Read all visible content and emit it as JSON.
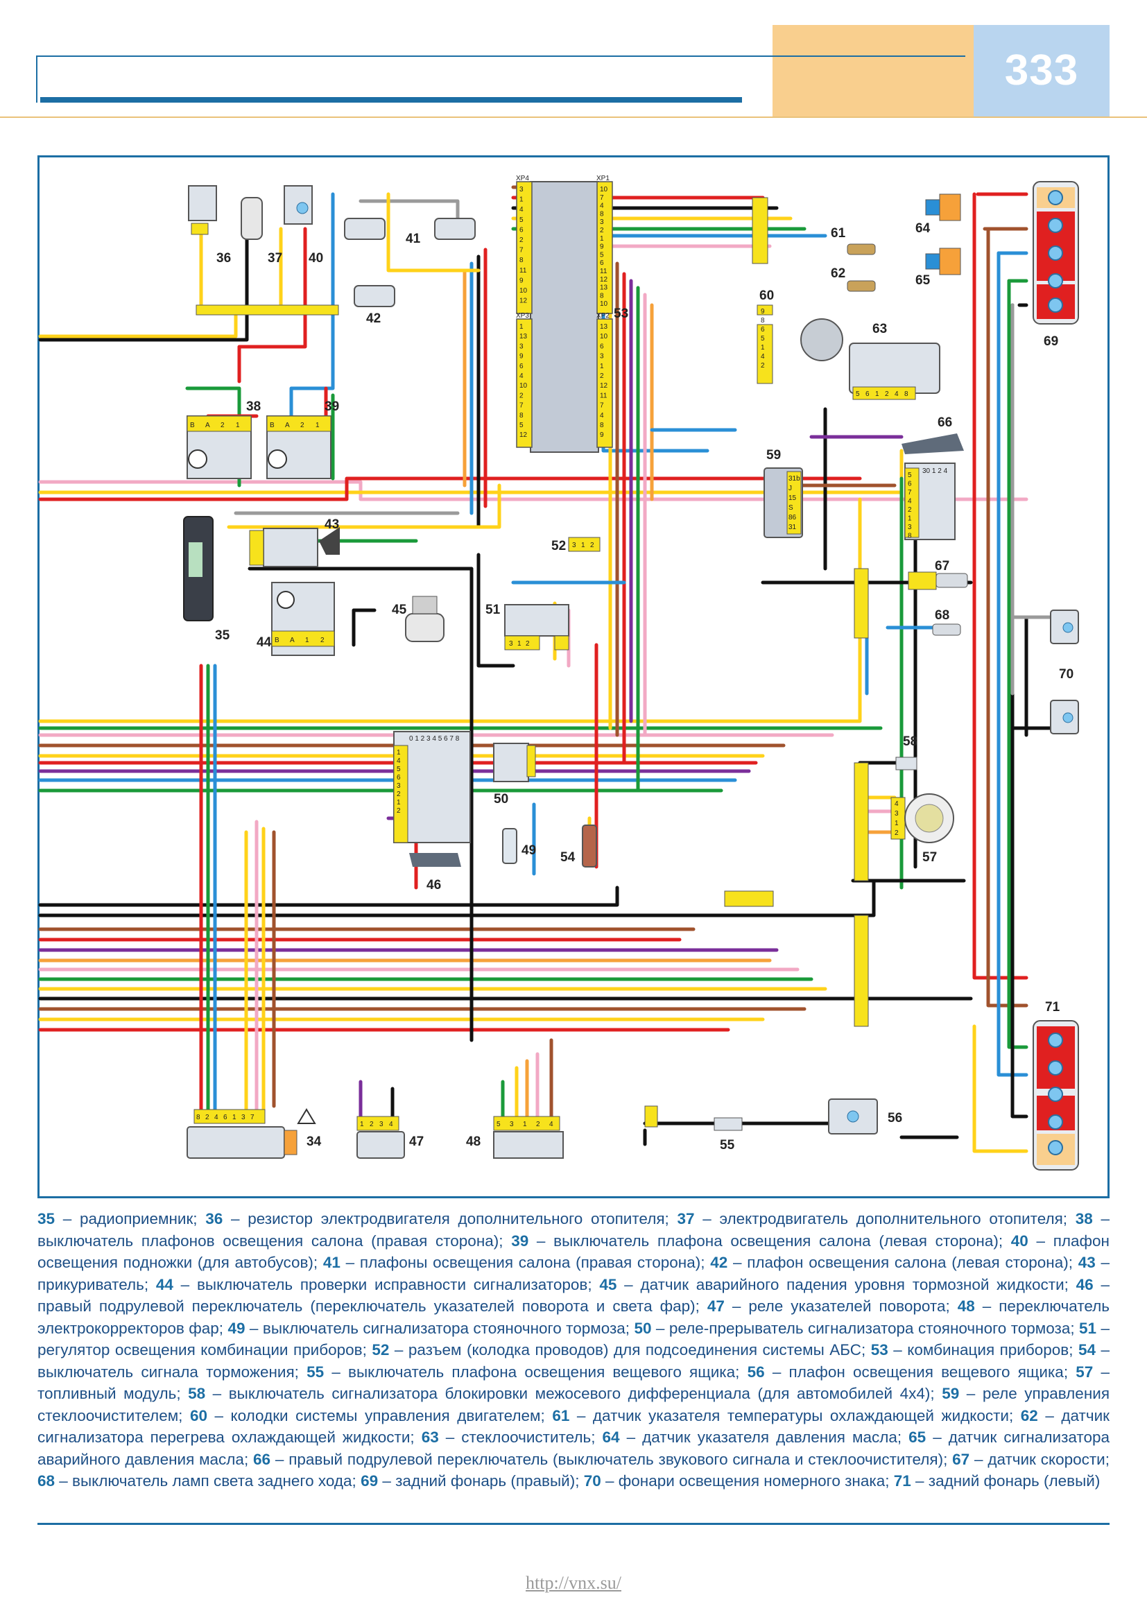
{
  "page_number": "333",
  "url": "http://vnx.su/",
  "component_labels": [
    "34",
    "35",
    "36",
    "37",
    "38",
    "39",
    "40",
    "41",
    "42",
    "43",
    "44",
    "45",
    "46",
    "47",
    "48",
    "49",
    "50",
    "51",
    "52",
    "53",
    "54",
    "55",
    "56",
    "57",
    "58",
    "59",
    "60",
    "61",
    "62",
    "63",
    "64",
    "65",
    "66",
    "67",
    "68",
    "69",
    "70",
    "71"
  ],
  "connector_labels": [
    "XP4",
    "XP1",
    "XP3",
    "XP2"
  ],
  "pin_labels": {
    "xp4": [
      "3",
      "1",
      "4",
      "5",
      "6",
      "2",
      "7",
      "8",
      "11",
      "9",
      "10",
      "12"
    ],
    "xp3": [
      "1",
      "13",
      "3",
      "9",
      "6",
      "4",
      "10",
      "2",
      "7",
      "8",
      "5",
      "12"
    ],
    "xp1": [
      "10",
      "7",
      "4",
      "8",
      "3",
      "2",
      "1",
      "9",
      "5",
      "6",
      "11",
      "12",
      "13",
      "8",
      "10"
    ],
    "xp2": [
      "13",
      "10",
      "6",
      "3",
      "1",
      "2",
      "12",
      "11",
      "7",
      "4",
      "8",
      "9"
    ],
    "sw38": [
      "B",
      "A",
      "2",
      "1"
    ],
    "sw39": [
      "B",
      "A",
      "2",
      "1"
    ],
    "sw44": [
      "B",
      "A",
      "1",
      "2"
    ],
    "sw46": [
      "1",
      "4",
      "5",
      "6",
      "3",
      "2",
      "1",
      "2"
    ],
    "sw46_top": "0 1 2 3 4 5 6 7 8",
    "relay59": [
      "31b",
      "J",
      "15",
      "S",
      "86",
      "31"
    ],
    "sw66": [
      "5",
      "6",
      "7",
      "4",
      "2",
      "1",
      "3",
      "8"
    ],
    "sw66_top": "30 1 2 4",
    "motor63": [
      "5",
      "6",
      "1",
      "2",
      "4",
      "8"
    ],
    "conn60": [
      "9",
      "8",
      "6",
      "5",
      "1",
      "4",
      "2"
    ],
    "conn52": [
      "3",
      "1",
      "2"
    ],
    "reg51": [
      "3",
      "1",
      "2"
    ],
    "conn34": [
      "8",
      "2",
      "4",
      "6",
      "1",
      "3",
      "7"
    ],
    "conn47": [
      "1",
      "2",
      "3",
      "4"
    ],
    "conn48": [
      "5",
      "3",
      "1",
      "2",
      "4"
    ],
    "mod57": [
      "4",
      "3",
      "1",
      "2"
    ]
  },
  "legend": [
    {
      "n": "35",
      "t": "радиоприемник;"
    },
    {
      "n": "36",
      "t": "резистор электродвигателя дополнительного отопителя;"
    },
    {
      "n": "37",
      "t": "электродвигатель дополнительного отопителя;"
    },
    {
      "n": "38",
      "t": "выключатель плафонов освещения салона (правая сторона);"
    },
    {
      "n": "39",
      "t": "выключатель плафона освещения салона (левая сторона);"
    },
    {
      "n": "40",
      "t": "плафон освещения подножки (для автобусов);"
    },
    {
      "n": "41",
      "t": "плафоны освещения салона (правая сторона);"
    },
    {
      "n": "42",
      "t": "плафон освещения салона (левая сторона);"
    },
    {
      "n": "43",
      "t": "прикуриватель;"
    },
    {
      "n": "44",
      "t": "выключатель проверки исправности сигнализаторов;"
    },
    {
      "n": "45",
      "t": "датчик аварийного падения уровня тормозной жидкости;"
    },
    {
      "n": "46",
      "t": "правый подрулевой переключатель (переключатель указателей поворота и света фар);"
    },
    {
      "n": "47",
      "t": "реле указателей поворота;"
    },
    {
      "n": "48",
      "t": "переключатель электрокорректоров фар;"
    },
    {
      "n": "49",
      "t": "выключатель сигнализатора стояночного тормоза;"
    },
    {
      "n": "50",
      "t": "реле-прерыватель сигнализатора стояночного тормоза;"
    },
    {
      "n": "51",
      "t": "регулятор освещения комбинации приборов;"
    },
    {
      "n": "52",
      "t": "разъем (колодка проводов) для подсоединения системы АБС;"
    },
    {
      "n": "53",
      "t": "комбинация приборов;"
    },
    {
      "n": "54",
      "t": "выключатель сигнала торможения;"
    },
    {
      "n": "55",
      "t": "выключатель плафона освещения вещевого ящика;"
    },
    {
      "n": "56",
      "t": "плафон освещения вещевого ящика;"
    },
    {
      "n": "57",
      "t": "топливный модуль;"
    },
    {
      "n": "58",
      "t": "выключатель сигнализатора блокировки межосевого дифференциала (для автомобилей 4х4);"
    },
    {
      "n": "59",
      "t": "реле управления стеклоочистителем;"
    },
    {
      "n": "60",
      "t": "колодки системы управления двигателем;"
    },
    {
      "n": "61",
      "t": "датчик указателя температуры охлаждающей жидкости;"
    },
    {
      "n": "62",
      "t": "датчик сигнализатора перегрева охлаждающей жидкости;"
    },
    {
      "n": "63",
      "t": "стеклоочиститель;"
    },
    {
      "n": "64",
      "t": "датчик указателя давления масла;"
    },
    {
      "n": "65",
      "t": "датчик сигнализатора аварийного давления масла;"
    },
    {
      "n": "66",
      "t": "правый подрулевой переключатель (выключатель звукового сигнала и стеклоочистителя);"
    },
    {
      "n": "67",
      "t": "датчик скорости;"
    },
    {
      "n": "68",
      "t": "выключатель ламп света заднего хода;"
    },
    {
      "n": "69",
      "t": "задний фонарь (правый);"
    },
    {
      "n": "70",
      "t": "фонари освещения номерного знака;"
    },
    {
      "n": "71",
      "t": "задний фонарь (левый)"
    }
  ],
  "colors": {
    "accent": "#1c6ea4",
    "header_orange": "#f9cf8e",
    "header_blue": "#b9d5ef",
    "red": "#e02020",
    "yellow": "#ffd21a",
    "green": "#1a9a3a",
    "blue": "#2a8fd6",
    "black": "#111111",
    "brown": "#a0522d",
    "violet": "#7a2e9a",
    "pink": "#f2a9c4",
    "grey": "#9a9a9a",
    "orange": "#f6a13a",
    "connector": "#f7e21c",
    "component": "#dde3ea"
  }
}
